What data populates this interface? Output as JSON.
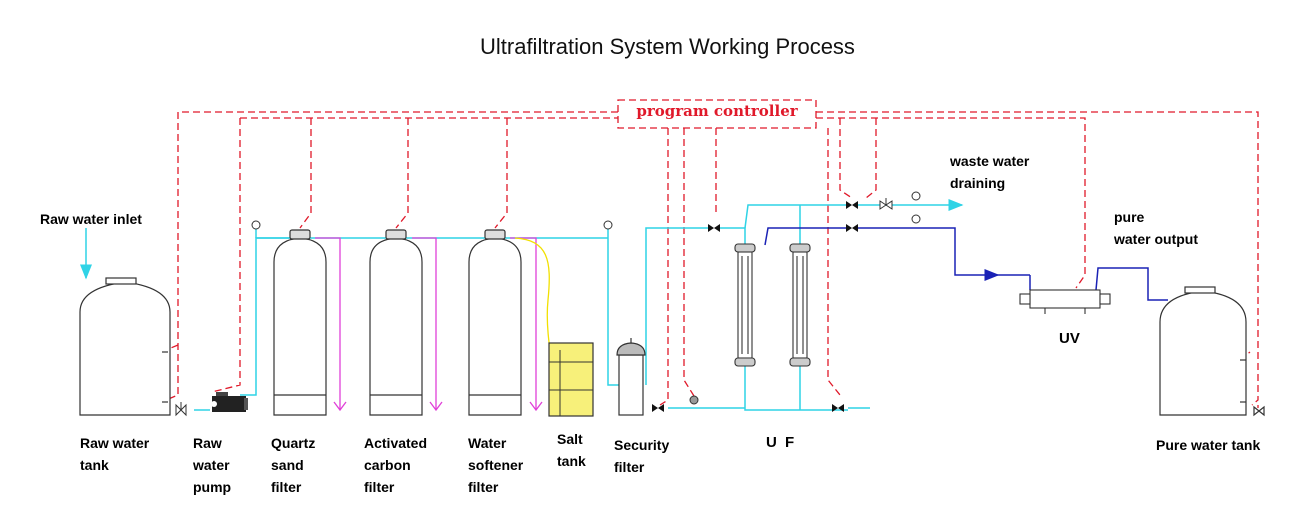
{
  "title": "Ultrafiltration System Working Process",
  "controller_label": "program controller",
  "labels": {
    "raw_water_inlet": "Raw water inlet",
    "waste_water": "waste water\ndraining",
    "pure_water_output": "pure\nwater output",
    "raw_water_tank": "Raw water\ntank",
    "raw_water_pump": "Raw\nwater\npump",
    "quartz_sand_filter": "Quartz\nsand\nfilter",
    "activated_carbon_filter": "Activated\ncarbon\nfilter",
    "water_softener_filter": "Water\nsoftener\nfilter",
    "salt_tank": "Salt\ntank",
    "security_filter": "Security\nfilter",
    "uf": "U F",
    "uv": "UV",
    "pure_water_tank": "Pure water tank"
  },
  "colors": {
    "control_line": "#e0192a",
    "feed_line": "#2fd3e6",
    "pure_line": "#1a22b5",
    "drain_line": "#e040d8",
    "salt_line": "#f2e000",
    "salt_tank_fill": "#f7f07a"
  }
}
